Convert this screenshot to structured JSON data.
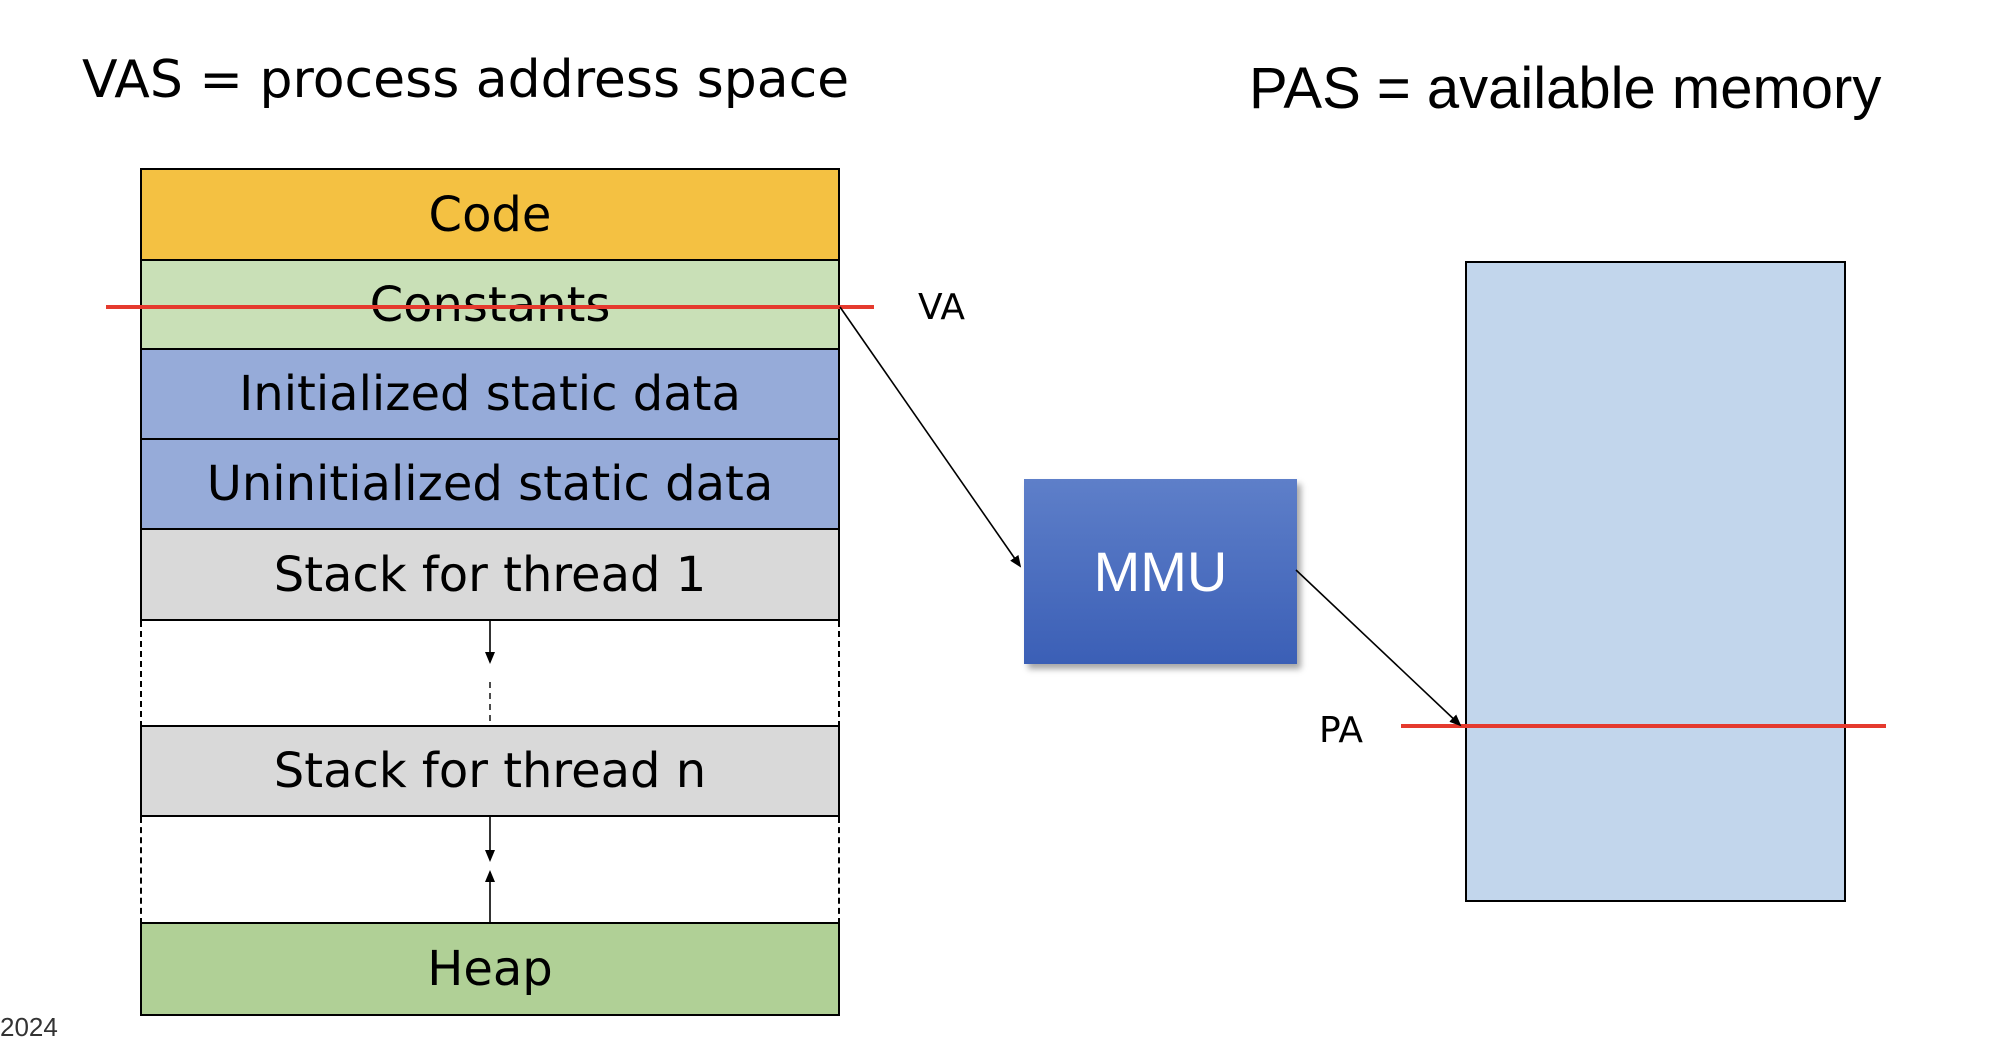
{
  "vas_title": "VAS = process address space",
  "pas_title": "PAS = available memory",
  "segments": {
    "code": "Code",
    "constants": "Constants",
    "init_static": "Initialized static data",
    "uninit_static": "Uninitialized static data",
    "stack1": "Stack for thread 1",
    "stackn": "Stack for thread n",
    "heap": "Heap"
  },
  "mmu_label": "MMU",
  "va_label": "VA",
  "pa_label": "PA",
  "year_fragment": "2024",
  "colors": {
    "code": "#f4c142",
    "constants": "#c9e0b7",
    "static_data": "#96abd9",
    "stack": "#d9d9d9",
    "heap": "#b0d096",
    "mmu": "#4468bf",
    "pas": "#c2d6ec",
    "marker_line": "#e53a2e"
  }
}
